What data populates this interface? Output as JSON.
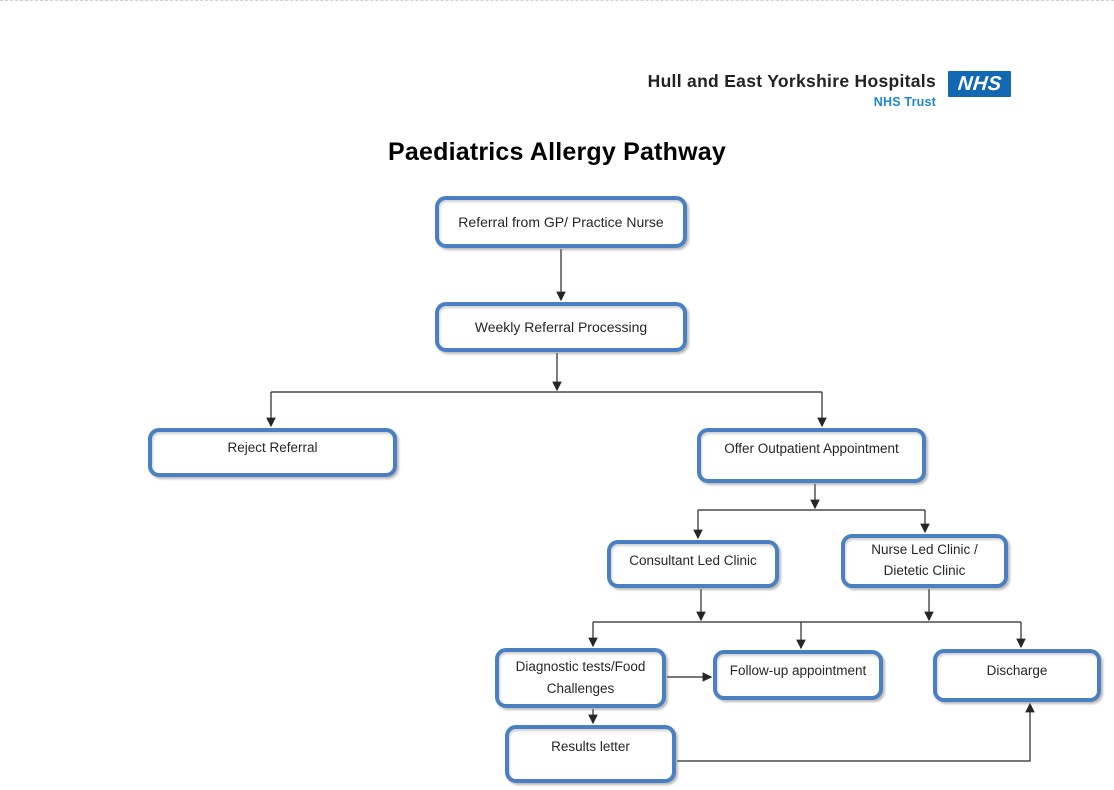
{
  "header": {
    "org_name": "Hull and East Yorkshire Hospitals",
    "nhs_logo_text": "NHS",
    "trust_label": "NHS Trust"
  },
  "title": "Paediatrics Allergy Pathway",
  "nodes": {
    "referral_gp": {
      "label": "Referral from GP/ Practice Nurse"
    },
    "weekly_processing": {
      "label": "Weekly Referral Processing"
    },
    "reject_referral": {
      "label": "Reject Referral"
    },
    "offer_outpatient": {
      "label": "Offer Outpatient Appointment"
    },
    "consultant_clinic": {
      "label": "Consultant Led Clinic"
    },
    "nurse_clinic": {
      "label": "Nurse Led Clinic / Dietetic Clinic"
    },
    "diagnostic_tests": {
      "label": "Diagnostic tests/Food Challenges"
    },
    "followup_appointment": {
      "label": "Follow-up appointment"
    },
    "discharge": {
      "label": "Discharge"
    },
    "results_letter": {
      "label": "Results letter"
    }
  },
  "edges": [
    {
      "from": "referral_gp",
      "to": "weekly_processing"
    },
    {
      "from": "weekly_processing",
      "to": "reject_referral"
    },
    {
      "from": "weekly_processing",
      "to": "offer_outpatient"
    },
    {
      "from": "offer_outpatient",
      "to": "consultant_clinic"
    },
    {
      "from": "offer_outpatient",
      "to": "nurse_clinic"
    },
    {
      "from": "consultant_clinic",
      "to": "diagnostic_tests"
    },
    {
      "from": "consultant_clinic",
      "to": "followup_appointment"
    },
    {
      "from": "consultant_clinic",
      "to": "discharge"
    },
    {
      "from": "nurse_clinic",
      "to": "diagnostic_tests"
    },
    {
      "from": "nurse_clinic",
      "to": "followup_appointment"
    },
    {
      "from": "nurse_clinic",
      "to": "discharge"
    },
    {
      "from": "diagnostic_tests",
      "to": "followup_appointment"
    },
    {
      "from": "diagnostic_tests",
      "to": "results_letter"
    },
    {
      "from": "results_letter",
      "to": "discharge"
    }
  ],
  "colors": {
    "node_border": "#4a80c2",
    "connector": "#262626",
    "nhs_blue": "#1268b3",
    "trust_text": "#1d87cc",
    "title_text": "#000000"
  }
}
